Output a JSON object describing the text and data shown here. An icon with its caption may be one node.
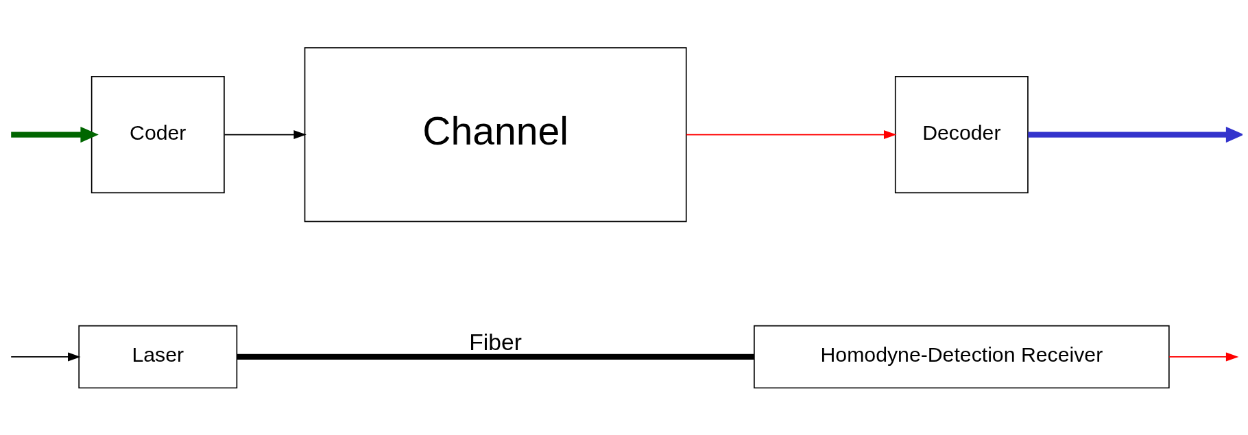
{
  "diagram": {
    "nodes": [
      {
        "text": [
          "Coder"
        ]
      },
      {
        "text": [
          "Channel"
        ]
      },
      {
        "text": [
          "Decoder"
        ]
      },
      {
        "text": [
          "Laser"
        ]
      },
      {
        "text": [
          "Homodyne-Detection Receiver"
        ]
      }
    ],
    "edges": [
      {
        "from": null,
        "to": 0,
        "arrow": "to",
        "style": "thick",
        "color": "#006600"
      },
      {
        "from": 0,
        "to": 1,
        "arrow": "to"
      },
      {
        "from": 1,
        "to": 2,
        "arrow": "to",
        "color": "#ff0000"
      },
      {
        "from": 2,
        "to": null,
        "arrow": "to",
        "style": "thick",
        "color": "#3333cc"
      },
      {
        "from": null,
        "to": 3,
        "arrow": "to"
      },
      {
        "from": 3,
        "to": 4,
        "arrow": "none",
        "style": "thick",
        "label": "Fiber"
      },
      {
        "from": 4,
        "to": null,
        "arrow": "to",
        "color": "#ff0000"
      }
    ]
  }
}
